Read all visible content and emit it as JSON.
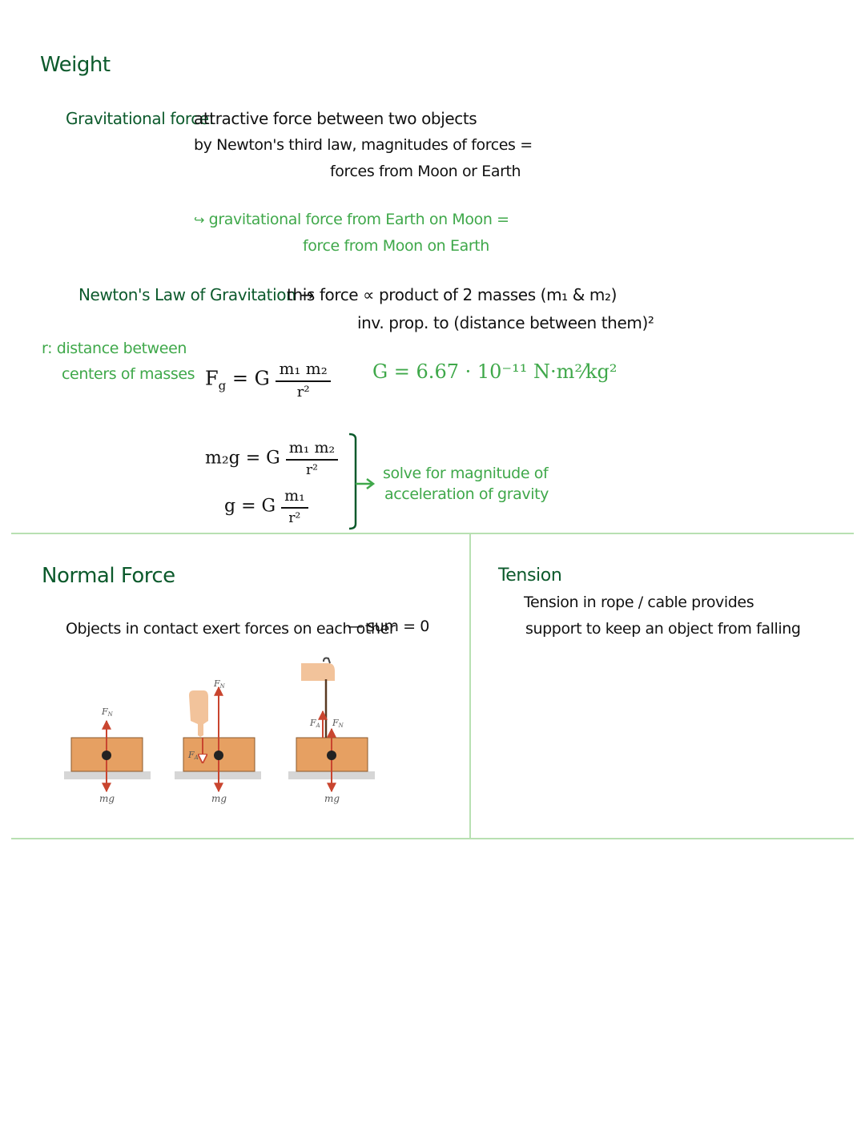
{
  "weight": {
    "heading": "Weight",
    "grav_force_term": "Gravitational force:",
    "grav_force_def": "attractive force between two objects",
    "third_law_line1": "by Newton's third law, magnitudes of forces =",
    "third_law_line2": "forces from Moon or Earth",
    "arrow_note_line1": "gravitational force from Earth on Moon =",
    "arrow_note_line2": "force from Moon on Earth",
    "law_term": "Newton's Law of Gravitation",
    "law_def_line1": "this force ∝ product of 2 masses (m₁ & m₂)",
    "law_def_line2": "inv. prop. to (distance between them)²",
    "r_note_line1": "r: distance between",
    "r_note_line2": "centers of masses",
    "eq1_lhs": "F",
    "eq1_lhs_sub": "g",
    "eq1_coef": "= G",
    "eq1_num": "m₁ m₂",
    "eq1_den": "r²",
    "g_constant": "G = 6.67 · 10⁻¹¹ N·m²⁄kg²",
    "eq2_lhs": "m₂g = G",
    "eq2_num": "m₁ m₂",
    "eq2_den": "r²",
    "eq3_lhs": "g = G",
    "eq3_num": "m₁",
    "eq3_den": "r²",
    "solve_note_line1": "solve for magnitude of",
    "solve_note_line2": "acceleration of gravity"
  },
  "normal_force": {
    "heading": "Normal Force",
    "contact_text": "Objects in contact exert forces on each other",
    "sum_text": "— sum = 0",
    "diagram_labels": {
      "fn": "F",
      "fn_sub": "N",
      "fa": "F",
      "fa_sub": "A",
      "mg": "mg"
    }
  },
  "tension": {
    "heading": "Tension",
    "line1": "Tension in rope / cable provides",
    "line2": "support to keep an object from falling"
  },
  "colors": {
    "dark_green": "#0c5a2c",
    "light_green": "#3fa84a",
    "divider": "#b8e0b2",
    "block": "#e6a062",
    "arrow": "#c9452f"
  }
}
